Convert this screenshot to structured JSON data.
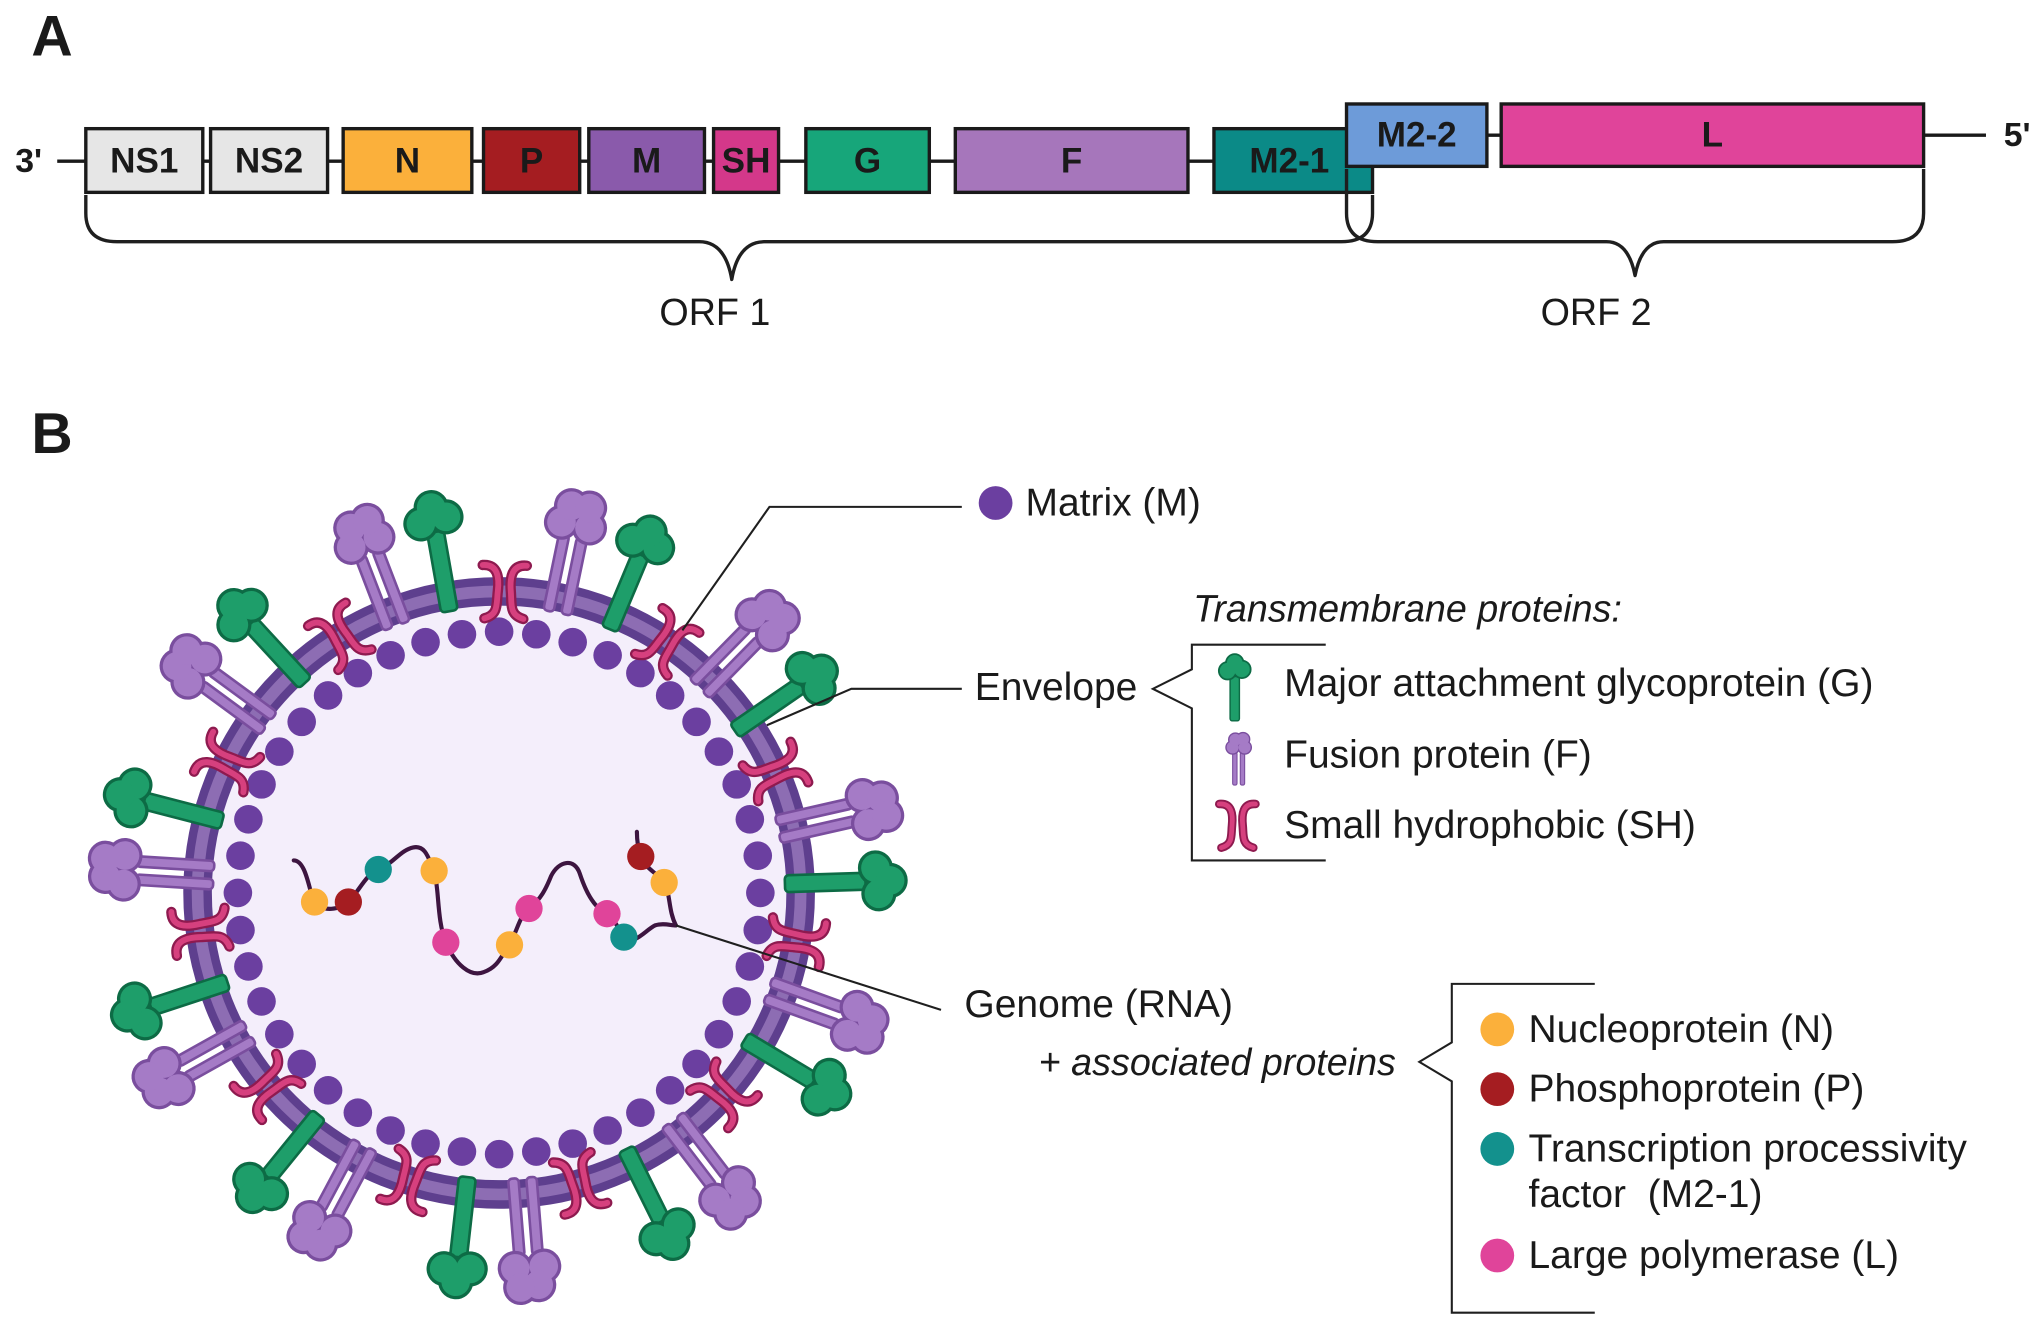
{
  "panel_a": {
    "label": "A",
    "end_3": "3'",
    "end_5": "5'",
    "genes": [
      {
        "name": "NS1",
        "color": "#E6E6E6"
      },
      {
        "name": "NS2",
        "color": "#E6E6E6"
      },
      {
        "name": "N",
        "color": "#FBB03B"
      },
      {
        "name": "P",
        "color": "#A51D21"
      },
      {
        "name": "M",
        "color": "#8A5AAB"
      },
      {
        "name": "SH",
        "color": "#D4388A"
      },
      {
        "name": "G",
        "color": "#17A67A"
      },
      {
        "name": "F",
        "color": "#A676BB"
      },
      {
        "name": "M2-1",
        "color": "#0B8A87"
      },
      {
        "name": "M2-2",
        "color": "#6D9BD9"
      },
      {
        "name": "L",
        "color": "#E0449A"
      }
    ],
    "orfs": [
      {
        "label": "ORF 1"
      },
      {
        "label": "ORF 2"
      }
    ]
  },
  "panel_b": {
    "label": "B",
    "matrix": {
      "label": "Matrix (M)",
      "color": "#6B3FA0"
    },
    "envelope": {
      "label": "Envelope",
      "color": "#5E3F8E"
    },
    "transmembrane": {
      "heading": "Transmembrane proteins:",
      "items": [
        {
          "label": "Major attachment glycoprotein (G)",
          "icon": "glycoprotein-g-icon",
          "color": "#1E9E6A"
        },
        {
          "label": "Fusion protein (F)",
          "icon": "fusion-protein-f-icon",
          "color": "#A57BC6"
        },
        {
          "label": "Small hydrophobic (SH)",
          "icon": "small-hydrophobic-sh-icon",
          "color": "#D6407E"
        }
      ]
    },
    "genome": {
      "label": "Genome (RNA)",
      "associated_label": "+ associated proteins",
      "associated": [
        {
          "label": "Nucleoprotein (N)",
          "color": "#FBB03B"
        },
        {
          "label": "Phosphoprotein (P)",
          "color": "#A51D21"
        },
        {
          "label_lines": [
            "Transcription processivity",
            "factor  (M2-1)"
          ],
          "color": "#13918D"
        },
        {
          "label": "Large polymerase (L)",
          "color": "#E0449A"
        }
      ]
    }
  }
}
